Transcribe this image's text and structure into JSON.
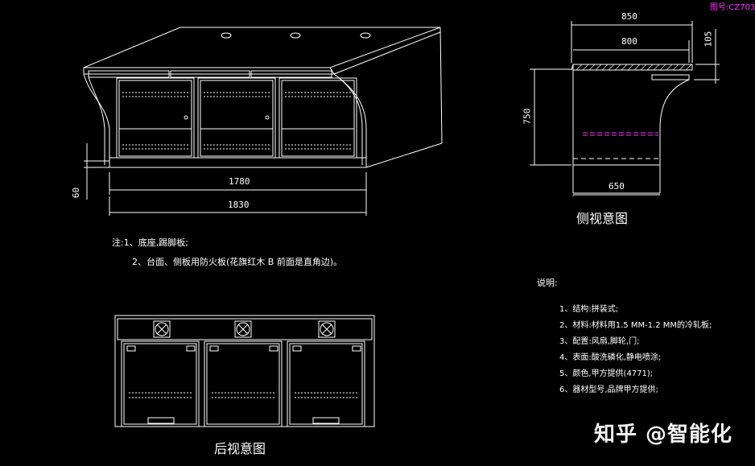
{
  "drawing_number": "图号:CZ703",
  "front_view": {
    "dim_inner_width": "1780",
    "dim_outer_width": "1830",
    "dim_height_left": "60"
  },
  "side_view": {
    "dim_top_outer": "850",
    "dim_top_inner": "800",
    "dim_top_thickness": "105",
    "dim_height": "750",
    "dim_base": "650",
    "title": "侧视意图"
  },
  "notes_left": {
    "line1": "注:1、底座,踢脚板;",
    "line2": "2、台面、侧板用防火板(花旗红木 B 前面是直角边)。"
  },
  "rear_view": {
    "title": "后视意图"
  },
  "spec": {
    "heading": "说明:",
    "items": [
      "1、结构:拼装式;",
      "2、材料:材料用1.5 MM-1.2 MM的冷轧板;",
      "3、配置:风扇,脚轮,门;",
      "4、表面:酸洗磷化,静电喷涂;",
      "5、颜色,甲方提供(4771);",
      "6、器材型号,品牌甲方提供;"
    ]
  },
  "watermark": "知乎 @智能化",
  "colors": {
    "background": "#000000",
    "lines": "#ffffff",
    "dashed_accent": "#ff33ff"
  }
}
